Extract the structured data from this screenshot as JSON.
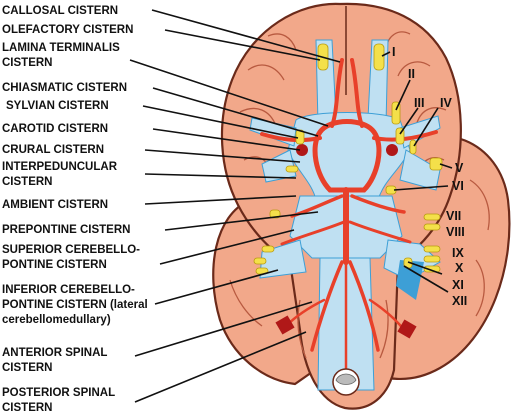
{
  "figure": {
    "cistern_labels": [
      [
        "CALLOSAL CISTERN"
      ],
      [
        "OLEFACTORY CISTERN"
      ],
      [
        "LAMINA TERMINALIS",
        "CISTERN"
      ],
      [
        "CHIASMATIC CISTERN"
      ],
      [
        "SYLVIAN CISTERN"
      ],
      [
        "CAROTID CISTERN"
      ],
      [
        "CRURAL CISTERN"
      ],
      [
        "INTERPEDUNCULAR",
        "CISTERN"
      ],
      [
        "AMBIENT CISTERN"
      ],
      [
        "PREPONTINE CISTERN"
      ],
      [
        "SUPERIOR CEREBELLO-",
        "PONTINE CISTERN"
      ],
      [
        "INFERIOR CEREBELLO-",
        "PONTINE CISTERN (lateral",
        "cerebellomedullary)"
      ],
      [
        "ANTERIOR SPINAL",
        "CISTERN"
      ],
      [
        "POSTERIOR SPINAL",
        "CISTERN"
      ]
    ],
    "nerve_labels": [
      "I",
      "II",
      "III",
      "IV",
      "V",
      "VI",
      "VII",
      "VIII",
      "IX",
      "X",
      "XI",
      "XII"
    ],
    "colors": {
      "brain": "#f2a88a",
      "brain_outline": "#6b2a1a",
      "cistern": "#bfe0f2",
      "cistern_dark": "#3d9fd6",
      "artery": "#e8402a",
      "nerve": "#f4e04a"
    }
  }
}
